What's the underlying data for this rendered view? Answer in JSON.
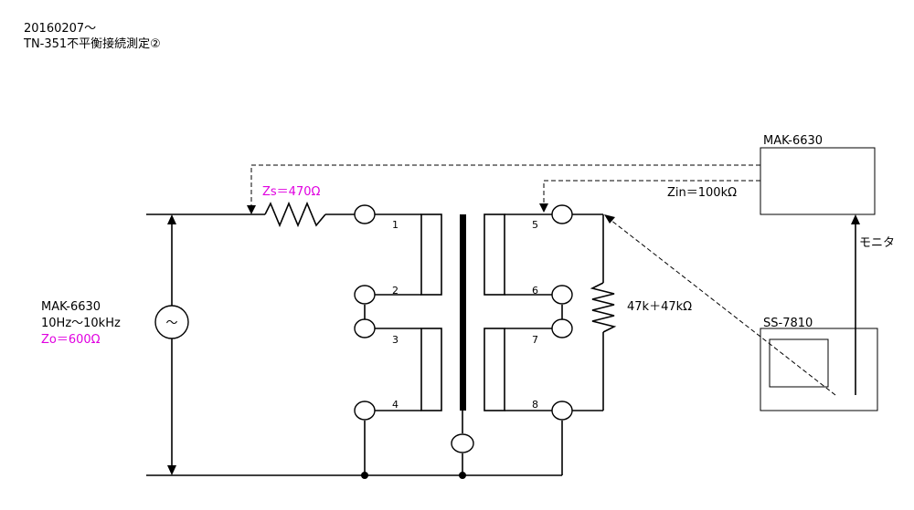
{
  "header": {
    "date": "20160207～",
    "title": "TN-351不平衡接続測定②"
  },
  "source": {
    "name": "MAK-6630",
    "freq": "10Hz～10kHz",
    "impedance": "Zo＝600Ω",
    "symbol": "～"
  },
  "series_resistor": {
    "label": "Zs＝470Ω"
  },
  "load": {
    "label": "47k＋47kΩ"
  },
  "terminals": [
    "1",
    "2",
    "3",
    "4",
    "5",
    "6",
    "7",
    "8"
  ],
  "analyzer": {
    "name": "MAK-6630",
    "input": "Zin＝100kΩ"
  },
  "scope": {
    "name": "SS-7810",
    "monitor_label": "モニタ"
  },
  "colors": {
    "line": "#000000",
    "highlight": "#e000e0"
  }
}
